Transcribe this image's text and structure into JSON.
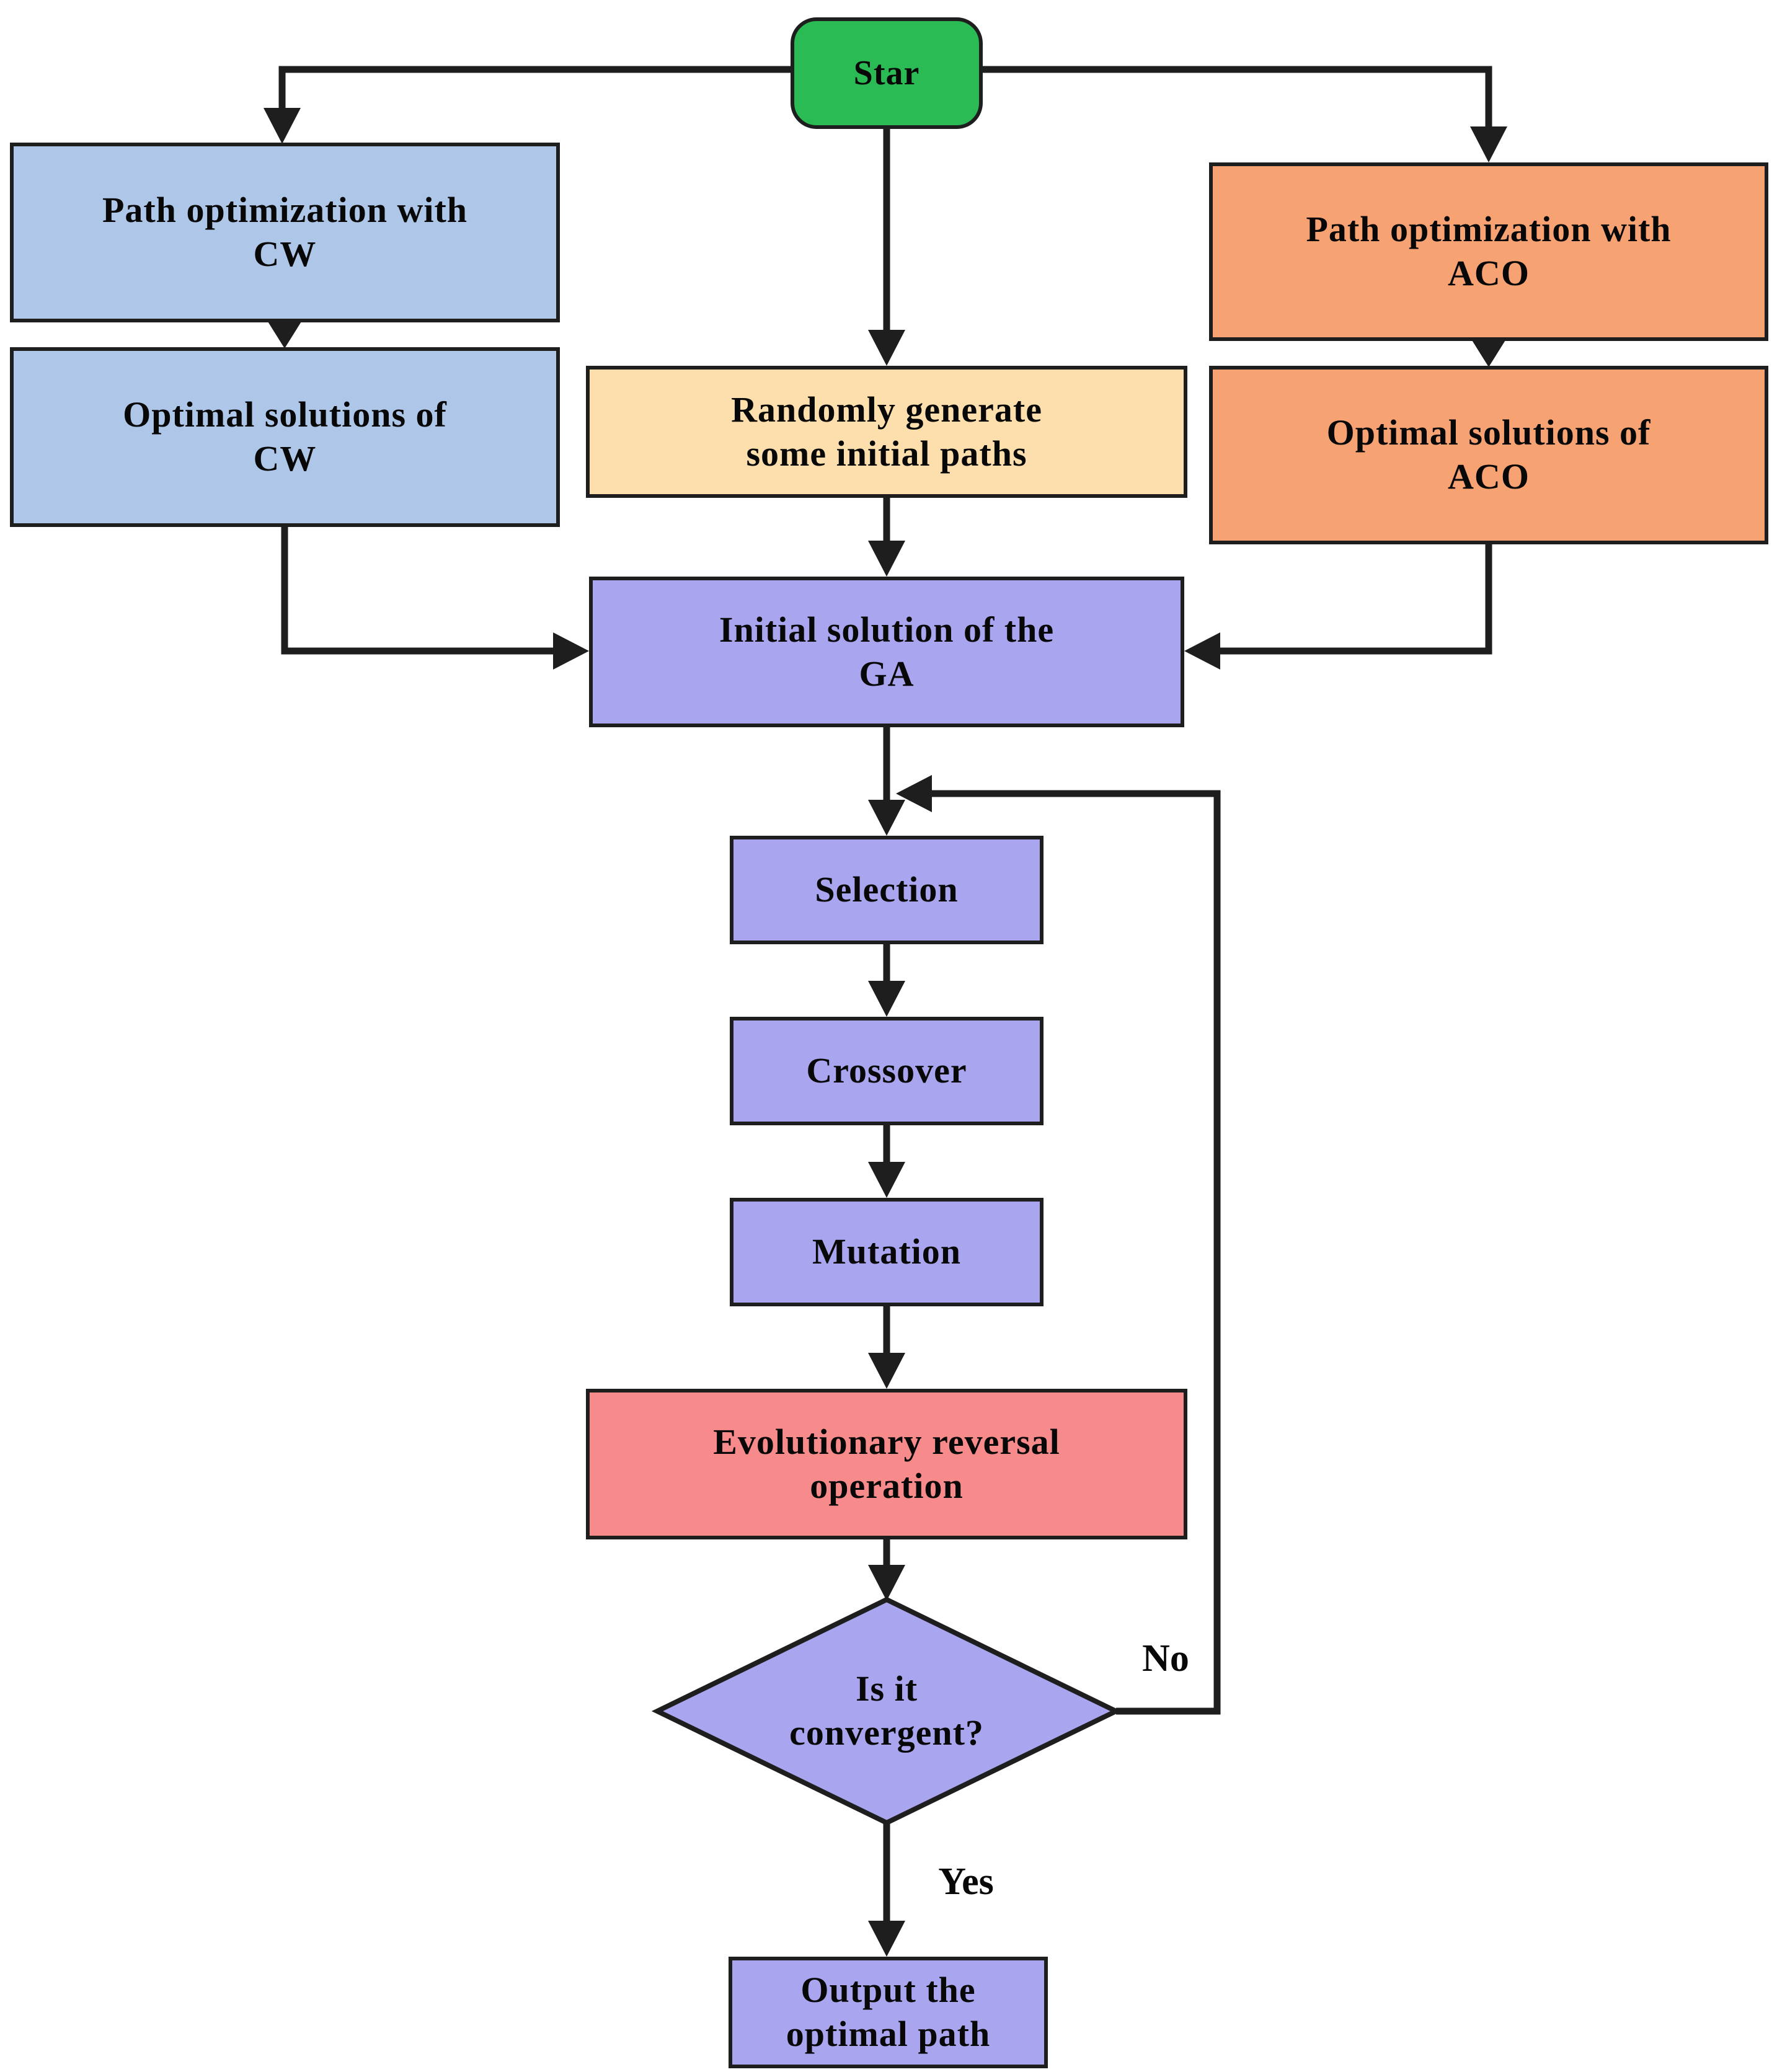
{
  "diagram": {
    "nodes": {
      "start": "Star",
      "cw_opt": "Path optimization with\nCW",
      "cw_sol": "Optimal solutions of\nCW",
      "aco_opt": "Path optimization with\nACO",
      "aco_sol": "Optimal solutions of\nACO",
      "random_init": "Randomly generate\nsome initial paths",
      "ga_init": "Initial solution of the\nGA",
      "selection": "Selection",
      "crossover": "Crossover",
      "mutation": "Mutation",
      "reversal": "Evolutionary reversal\noperation",
      "decision": "Is it\nconvergent?",
      "output": "Output the\noptimal path"
    },
    "edge_labels": {
      "no": "No",
      "yes": "Yes"
    },
    "colors": {
      "green": "#2abb55",
      "blue": "#aec6e8",
      "orange": "#f7a273",
      "cream": "#fcdfac",
      "purple": "#a9a5ee",
      "red": "#f78a8a"
    }
  }
}
